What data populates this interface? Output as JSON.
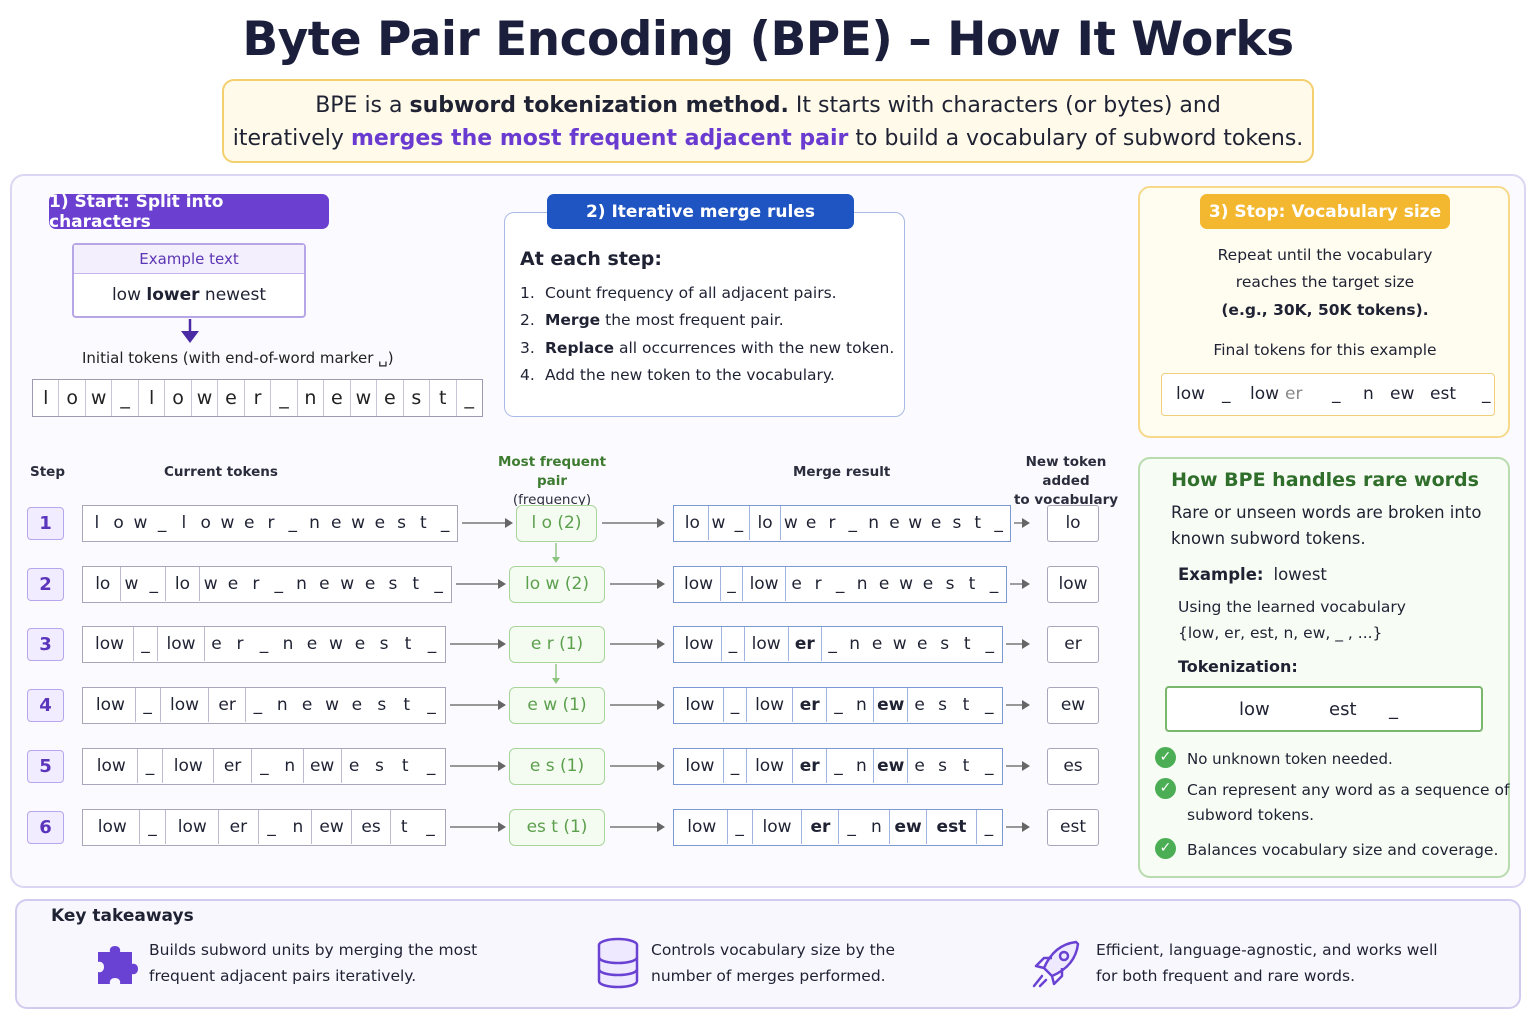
{
  "title": "Byte Pair Encoding (BPE) – How It Works",
  "intro": {
    "p1": "BPE is a ",
    "p2": "subword tokenization method.",
    "p3": " It starts with characters (or bytes) and",
    "p4": "iteratively ",
    "p5": "merges the most frequent adjacent pair",
    "p6": " to build a vocabulary of subword tokens."
  },
  "section1": {
    "pill": "1) Start: Split into characters",
    "example_head": "Example text",
    "example_a": "low ",
    "example_b": "lower",
    "example_c": " newest",
    "initial_label": "Initial tokens (with end-of-word marker ␣)",
    "initial_tokens": [
      "l",
      "o",
      "w",
      "_",
      "l",
      "o",
      "w",
      "e",
      "r",
      "_",
      "n",
      "e",
      "w",
      "e",
      "s",
      "t",
      "_"
    ]
  },
  "section2": {
    "pill": "2) Iterative merge rules",
    "heading": "At each step:",
    "items": [
      {
        "num": "1.",
        "bold": "",
        "text": "Count frequency of all adjacent pairs."
      },
      {
        "num": "2.",
        "bold": "Merge",
        "text": " the most frequent pair."
      },
      {
        "num": "3.",
        "bold": "Replace",
        "text": " all occurrences with the new token."
      },
      {
        "num": "4.",
        "bold": "",
        "text": "Add the new token to the vocabulary."
      }
    ]
  },
  "section3": {
    "pill": "3) Stop: Vocabulary size",
    "line1": "Repeat until the vocabulary",
    "line2": "reaches the target size",
    "line3": "(e.g., 30K, 50K tokens).",
    "final_label": "Final tokens for this example",
    "final_tokens": [
      "low",
      "_",
      "low",
      "er",
      "_",
      "n",
      "ew",
      "est",
      "_"
    ]
  },
  "table": {
    "h_step": "Step",
    "h_current": "Current tokens",
    "h_pair": "Most frequent pair",
    "h_pair_sub": "(frequency)",
    "h_merge": "Merge result",
    "h_new1": "New token added",
    "h_new2": "to vocabulary",
    "rows": [
      {
        "step": "1",
        "pair": "l o  (2)",
        "new": "lo",
        "current": [
          "l",
          "o",
          "w",
          "_",
          "l",
          "o",
          "w",
          "e",
          "r",
          "_",
          "n",
          "e",
          "w",
          "e",
          "s",
          "t",
          "_"
        ],
        "result": [
          "lo",
          "w",
          "_",
          "lo",
          "w",
          "e",
          "r",
          "_",
          "n",
          "e",
          "w",
          "e",
          "s",
          "t",
          "_"
        ]
      },
      {
        "step": "2",
        "pair": "lo w  (2)",
        "new": "low",
        "current": [
          "lo",
          "w",
          "_",
          "lo",
          "w",
          "e",
          "r",
          "_",
          "n",
          "e",
          "w",
          "e",
          "s",
          "t",
          "_"
        ],
        "result": [
          "low",
          "_",
          "low",
          "e",
          "r",
          "_",
          "n",
          "e",
          "w",
          "e",
          "s",
          "t",
          "_"
        ]
      },
      {
        "step": "3",
        "pair": "e r  (1)",
        "new": "er",
        "current": [
          "low",
          "_",
          "low",
          "e",
          "r",
          "_",
          "n",
          "e",
          "w",
          "e",
          "s",
          "t",
          "_"
        ],
        "result": [
          "low",
          "_",
          "low",
          "er",
          "_",
          "n",
          "e",
          "w",
          "e",
          "s",
          "t",
          "_"
        ]
      },
      {
        "step": "4",
        "pair": "e w  (1)",
        "new": "ew",
        "current": [
          "low",
          "_",
          "low",
          "er",
          "_",
          "n",
          "e",
          "w",
          "e",
          "s",
          "t",
          "_"
        ],
        "result": [
          "low",
          "_",
          "low",
          "er",
          "_",
          "n",
          "ew",
          "e",
          "s",
          "t",
          "_"
        ]
      },
      {
        "step": "5",
        "pair": "e s  (1)",
        "new": "es",
        "current": [
          "low",
          "_",
          "low",
          "er",
          "_",
          "n",
          "ew",
          "e",
          "s",
          "t",
          "_"
        ],
        "result": [
          "low",
          "_",
          "low",
          "er",
          "_",
          "n",
          "ew",
          "e",
          "s",
          "t",
          "_"
        ]
      },
      {
        "step": "6",
        "pair": "es t  (1)",
        "new": "est",
        "current": [
          "low",
          "_",
          "low",
          "er",
          "_",
          "n",
          "ew",
          "es",
          "t",
          "_"
        ],
        "result": [
          "low",
          "_",
          "low",
          "er",
          "_",
          "n",
          "ew",
          "est",
          "_"
        ]
      }
    ]
  },
  "rare": {
    "title": "How BPE handles rare words",
    "desc1": "Rare or unseen words are broken into",
    "desc2": "known subword tokens.",
    "example_label": "Example:",
    "example_word": "lowest",
    "using1": "Using the learned vocabulary",
    "using2": "{low, er, est, n, ew, _ , ...}",
    "tok_label": "Tokenization:",
    "tokens": [
      "low",
      "est",
      "_"
    ],
    "checks": [
      "No unknown token needed.",
      "Can represent any word as a sequence of subword tokens.",
      "Balances vocabulary size and coverage."
    ]
  },
  "takeaways": {
    "title": "Key takeaways",
    "items": [
      {
        "icon": "puzzle-icon",
        "l1": "Builds subword units by merging the most",
        "l2": "frequent adjacent pairs iteratively."
      },
      {
        "icon": "database-icon",
        "l1": "Controls vocabulary size by the",
        "l2": "number of merges performed."
      },
      {
        "icon": "rocket-icon",
        "l1": "Efficient, language-agnostic, and works well",
        "l2": "for both frequent and rare words."
      }
    ]
  },
  "colors": {
    "purple": "#6b3fd0",
    "blue": "#1f55c2",
    "amber": "#f3b82f",
    "green": "#4cae54"
  }
}
